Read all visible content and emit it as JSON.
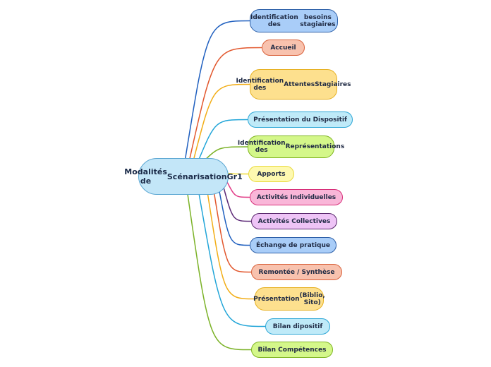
{
  "center": {
    "label": "Modalités de\nScénarisation\nGr1",
    "fill": "#c3e6f8",
    "border": "#5aa6d2"
  },
  "branches": [
    {
      "label": "Identification des\nbesoins stagiaires",
      "fill": "#a9cdf8",
      "border": "#2c5fa8",
      "line": "#1f5fbf"
    },
    {
      "label": "Accueil",
      "fill": "#f8c2ae",
      "border": "#d9623c",
      "line": "#e2572d"
    },
    {
      "label": "Identification des\nAttentes\nStagiaires",
      "fill": "#fde08e",
      "border": "#e6b020",
      "line": "#f2ad16"
    },
    {
      "label": "Présentation du Dispositif",
      "fill": "#bfeaf8",
      "border": "#2ba6d6",
      "line": "#21a5d8"
    },
    {
      "label": "Identification des\nReprésentations",
      "fill": "#d4f78a",
      "border": "#7fb521",
      "line": "#7bb227"
    },
    {
      "label": "Apports",
      "fill": "#fef9b0",
      "border": "#e8d93c",
      "line": "#f0da30"
    },
    {
      "label": "Activités Individuelles",
      "fill": "#f9b6d8",
      "border": "#d8307a",
      "line": "#e13b86"
    },
    {
      "label": "Activités Collectives",
      "fill": "#eec4f6",
      "border": "#5b2a6e",
      "line": "#5e2b78"
    },
    {
      "label": "Échange de pratique",
      "fill": "#a9cdf8",
      "border": "#2c5fa8",
      "line": "#1f5fbf"
    },
    {
      "label": "Remontée / Synthèse",
      "fill": "#f8c2ae",
      "border": "#d9623c",
      "line": "#e2572d"
    },
    {
      "label": "Présentation\n(Biblio, Sito)",
      "fill": "#fde08e",
      "border": "#e6b020",
      "line": "#f2ad16"
    },
    {
      "label": "Bilan dipositif",
      "fill": "#bfeaf8",
      "border": "#2ba6d6",
      "line": "#21a5d8"
    },
    {
      "label": "Bilan Compétences",
      "fill": "#d4f78a",
      "border": "#7fb521",
      "line": "#7bb227"
    }
  ]
}
